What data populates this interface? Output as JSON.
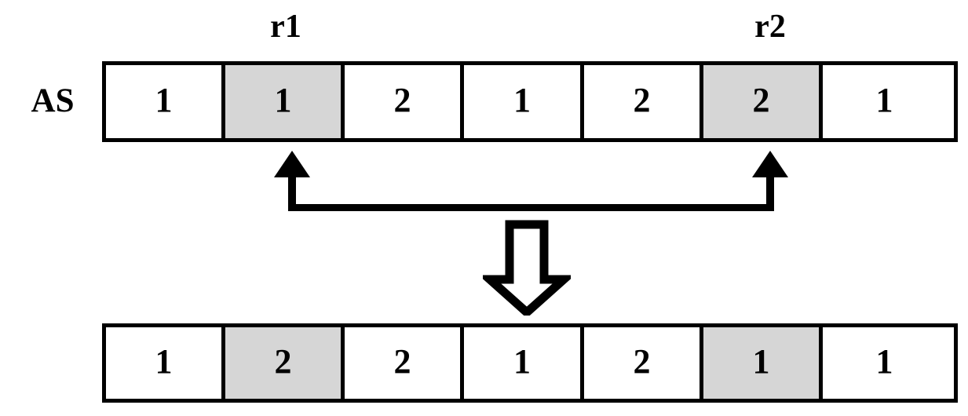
{
  "diagram": {
    "title_label": "AS",
    "headers": [
      {
        "id": "r1",
        "label": "r1",
        "cell_index": 1
      },
      {
        "id": "r2",
        "label": "r2",
        "cell_index": 5
      }
    ],
    "rows": [
      {
        "name": "before",
        "label": "AS",
        "cells": [
          {
            "value": "1",
            "highlighted": false
          },
          {
            "value": "1",
            "highlighted": true
          },
          {
            "value": "2",
            "highlighted": false
          },
          {
            "value": "1",
            "highlighted": false
          },
          {
            "value": "2",
            "highlighted": false
          },
          {
            "value": "2",
            "highlighted": true
          },
          {
            "value": "1",
            "highlighted": false
          }
        ]
      },
      {
        "name": "after",
        "label": "",
        "cells": [
          {
            "value": "1",
            "highlighted": false
          },
          {
            "value": "2",
            "highlighted": true
          },
          {
            "value": "2",
            "highlighted": false
          },
          {
            "value": "1",
            "highlighted": false
          },
          {
            "value": "2",
            "highlighted": false
          },
          {
            "value": "1",
            "highlighted": true
          },
          {
            "value": "1",
            "highlighted": false
          }
        ]
      }
    ],
    "annotations": {
      "swap_arrow": "swap-double-headed-arrow",
      "transform_arrow": "hollow-down-arrow"
    },
    "colors": {
      "highlight_fill": "#d6d6d6",
      "stroke": "#000000",
      "cell_fill": "#ffffff",
      "background": "#ffffff"
    }
  }
}
